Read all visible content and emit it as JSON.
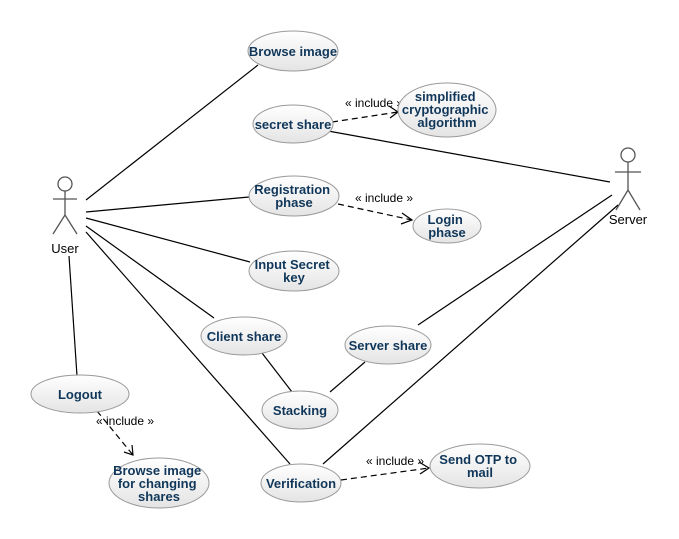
{
  "actors": {
    "user": "User",
    "server": "Server"
  },
  "use_cases": {
    "browse_image": [
      "Browse image"
    ],
    "secret_share": [
      "secret share"
    ],
    "simplified_crypto": [
      "simplified",
      "cryptographic",
      "algorithm"
    ],
    "registration": [
      "Registration",
      "phase"
    ],
    "login": [
      "Login",
      "phase"
    ],
    "input_secret_key": [
      "Input Secret",
      "key"
    ],
    "client_share": [
      "Client share"
    ],
    "server_share": [
      "Server share"
    ],
    "stacking": [
      "Stacking"
    ],
    "logout": [
      "Logout"
    ],
    "browse_changing": [
      "Browse image",
      "for changing",
      "shares"
    ],
    "verification": [
      "Verification"
    ],
    "send_otp": [
      "Send OTP to",
      "mail"
    ]
  },
  "include_label": "« include »",
  "colors": {
    "use_case_text": "#10375a",
    "use_case_fill_top": "#ffffff",
    "use_case_fill_bottom": "#e6e6e6",
    "use_case_border": "#9a9a9a",
    "actor_stroke": "#555555"
  }
}
